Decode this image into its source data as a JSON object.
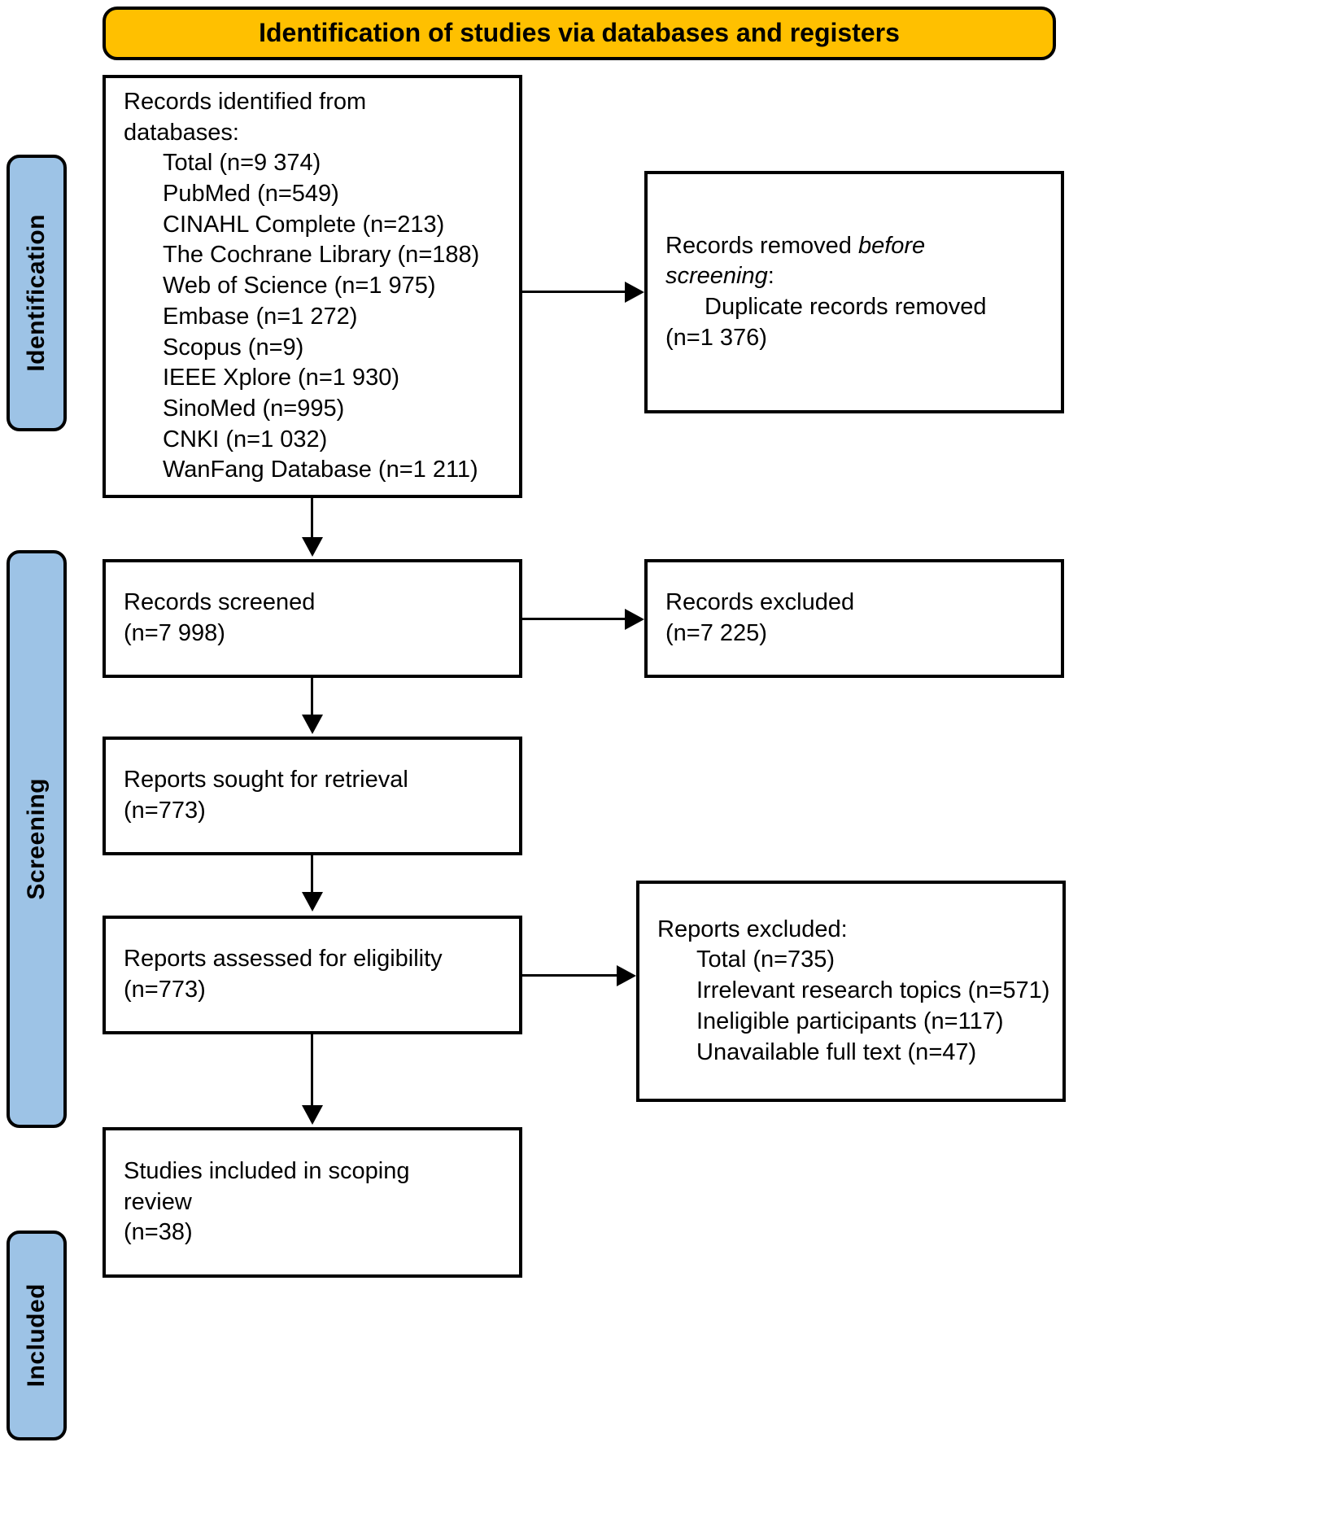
{
  "diagram": {
    "type": "prisma-flow-diagram",
    "banner": {
      "title": "Identification of studies via databases and registers",
      "color": "#FFC000"
    },
    "stages": [
      {
        "key": "identification",
        "label": "Identification",
        "color": "#9DC3E6"
      },
      {
        "key": "screening",
        "label": "Screening",
        "color": "#9DC3E6"
      },
      {
        "key": "included",
        "label": "Included",
        "color": "#9DC3E6"
      }
    ],
    "boxes": {
      "records_identified": {
        "name": "records-identified-from-databases",
        "lines": [
          {
            "text": "Records identified from",
            "indent": false
          },
          {
            "text": "databases:",
            "indent": false
          },
          {
            "text": "Total (n=9 374)",
            "indent": true
          },
          {
            "text": "PubMed (n=549)",
            "indent": true
          },
          {
            "text": "CINAHL Complete (n=213)",
            "indent": true
          },
          {
            "text": "The Cochrane Library (n=188)",
            "indent": true
          },
          {
            "text": "Web of Science (n=1 975)",
            "indent": true
          },
          {
            "text": "Embase (n=1 272)",
            "indent": true
          },
          {
            "text": "Scopus (n=9)",
            "indent": true
          },
          {
            "text": "IEEE Xplore (n=1 930)",
            "indent": true
          },
          {
            "text": "SinoMed (n=995)",
            "indent": true
          },
          {
            "text": "CNKI (n=1 032)",
            "indent": true
          },
          {
            "text": "WanFang Database (n=1 211)",
            "indent": true
          }
        ]
      },
      "records_removed": {
        "name": "records-removed-before-screening",
        "lines": [
          {
            "text": "Records removed ",
            "italic_tail": "before",
            "indent": false
          },
          {
            "text": "screening",
            "italic_lead": true,
            "suffix": ":",
            "indent": false
          },
          {
            "text": "Duplicate records removed",
            "indent": true
          },
          {
            "text": "(n=1 376)",
            "indent": false
          }
        ]
      },
      "records_screened": {
        "name": "records-screened",
        "lines": [
          {
            "text": "Records screened",
            "indent": false
          },
          {
            "text": "(n=7 998)",
            "indent": false
          }
        ]
      },
      "records_excluded": {
        "name": "records-excluded",
        "lines": [
          {
            "text": "Records excluded",
            "indent": false
          },
          {
            "text": "(n=7 225)",
            "indent": false
          }
        ]
      },
      "reports_sought": {
        "name": "reports-sought-for-retrieval",
        "lines": [
          {
            "text": "Reports sought for retrieval",
            "indent": false
          },
          {
            "text": "(n=773)",
            "indent": false
          }
        ]
      },
      "reports_assessed": {
        "name": "reports-assessed-for-eligibility",
        "lines": [
          {
            "text": "Reports assessed for eligibility",
            "indent": false
          },
          {
            "text": "(n=773)",
            "indent": false
          }
        ]
      },
      "reports_excluded": {
        "name": "reports-excluded",
        "lines": [
          {
            "text": "Reports excluded:",
            "indent": false
          },
          {
            "text": "Total (n=735)",
            "indent": true
          },
          {
            "text": "Irrelevant research topics (n=571)",
            "indent": true
          },
          {
            "text": "Ineligible participants (n=117)",
            "indent": true
          },
          {
            "text": "Unavailable full text (n=47)",
            "indent": true
          }
        ]
      },
      "studies_included": {
        "name": "studies-included-in-scoping-review",
        "lines": [
          {
            "text": "Studies included in scoping",
            "indent": false
          },
          {
            "text": "review",
            "indent": false
          },
          {
            "text": "(n=38)",
            "indent": false
          }
        ]
      }
    },
    "counts": {
      "total_identified": 9374,
      "pubmed": 549,
      "cinahl_complete": 213,
      "cochrane_library": 188,
      "web_of_science": 1975,
      "embase": 1272,
      "scopus": 9,
      "ieee_xplore": 1930,
      "sinomed": 995,
      "cnki": 1032,
      "wanfang_database": 1211,
      "duplicates_removed": 1376,
      "records_screened": 7998,
      "records_excluded": 7225,
      "reports_sought": 773,
      "reports_assessed": 773,
      "reports_excluded_total": 735,
      "irrelevant_research_topics": 571,
      "ineligible_participants": 117,
      "unavailable_full_text": 47,
      "studies_included": 38
    }
  }
}
